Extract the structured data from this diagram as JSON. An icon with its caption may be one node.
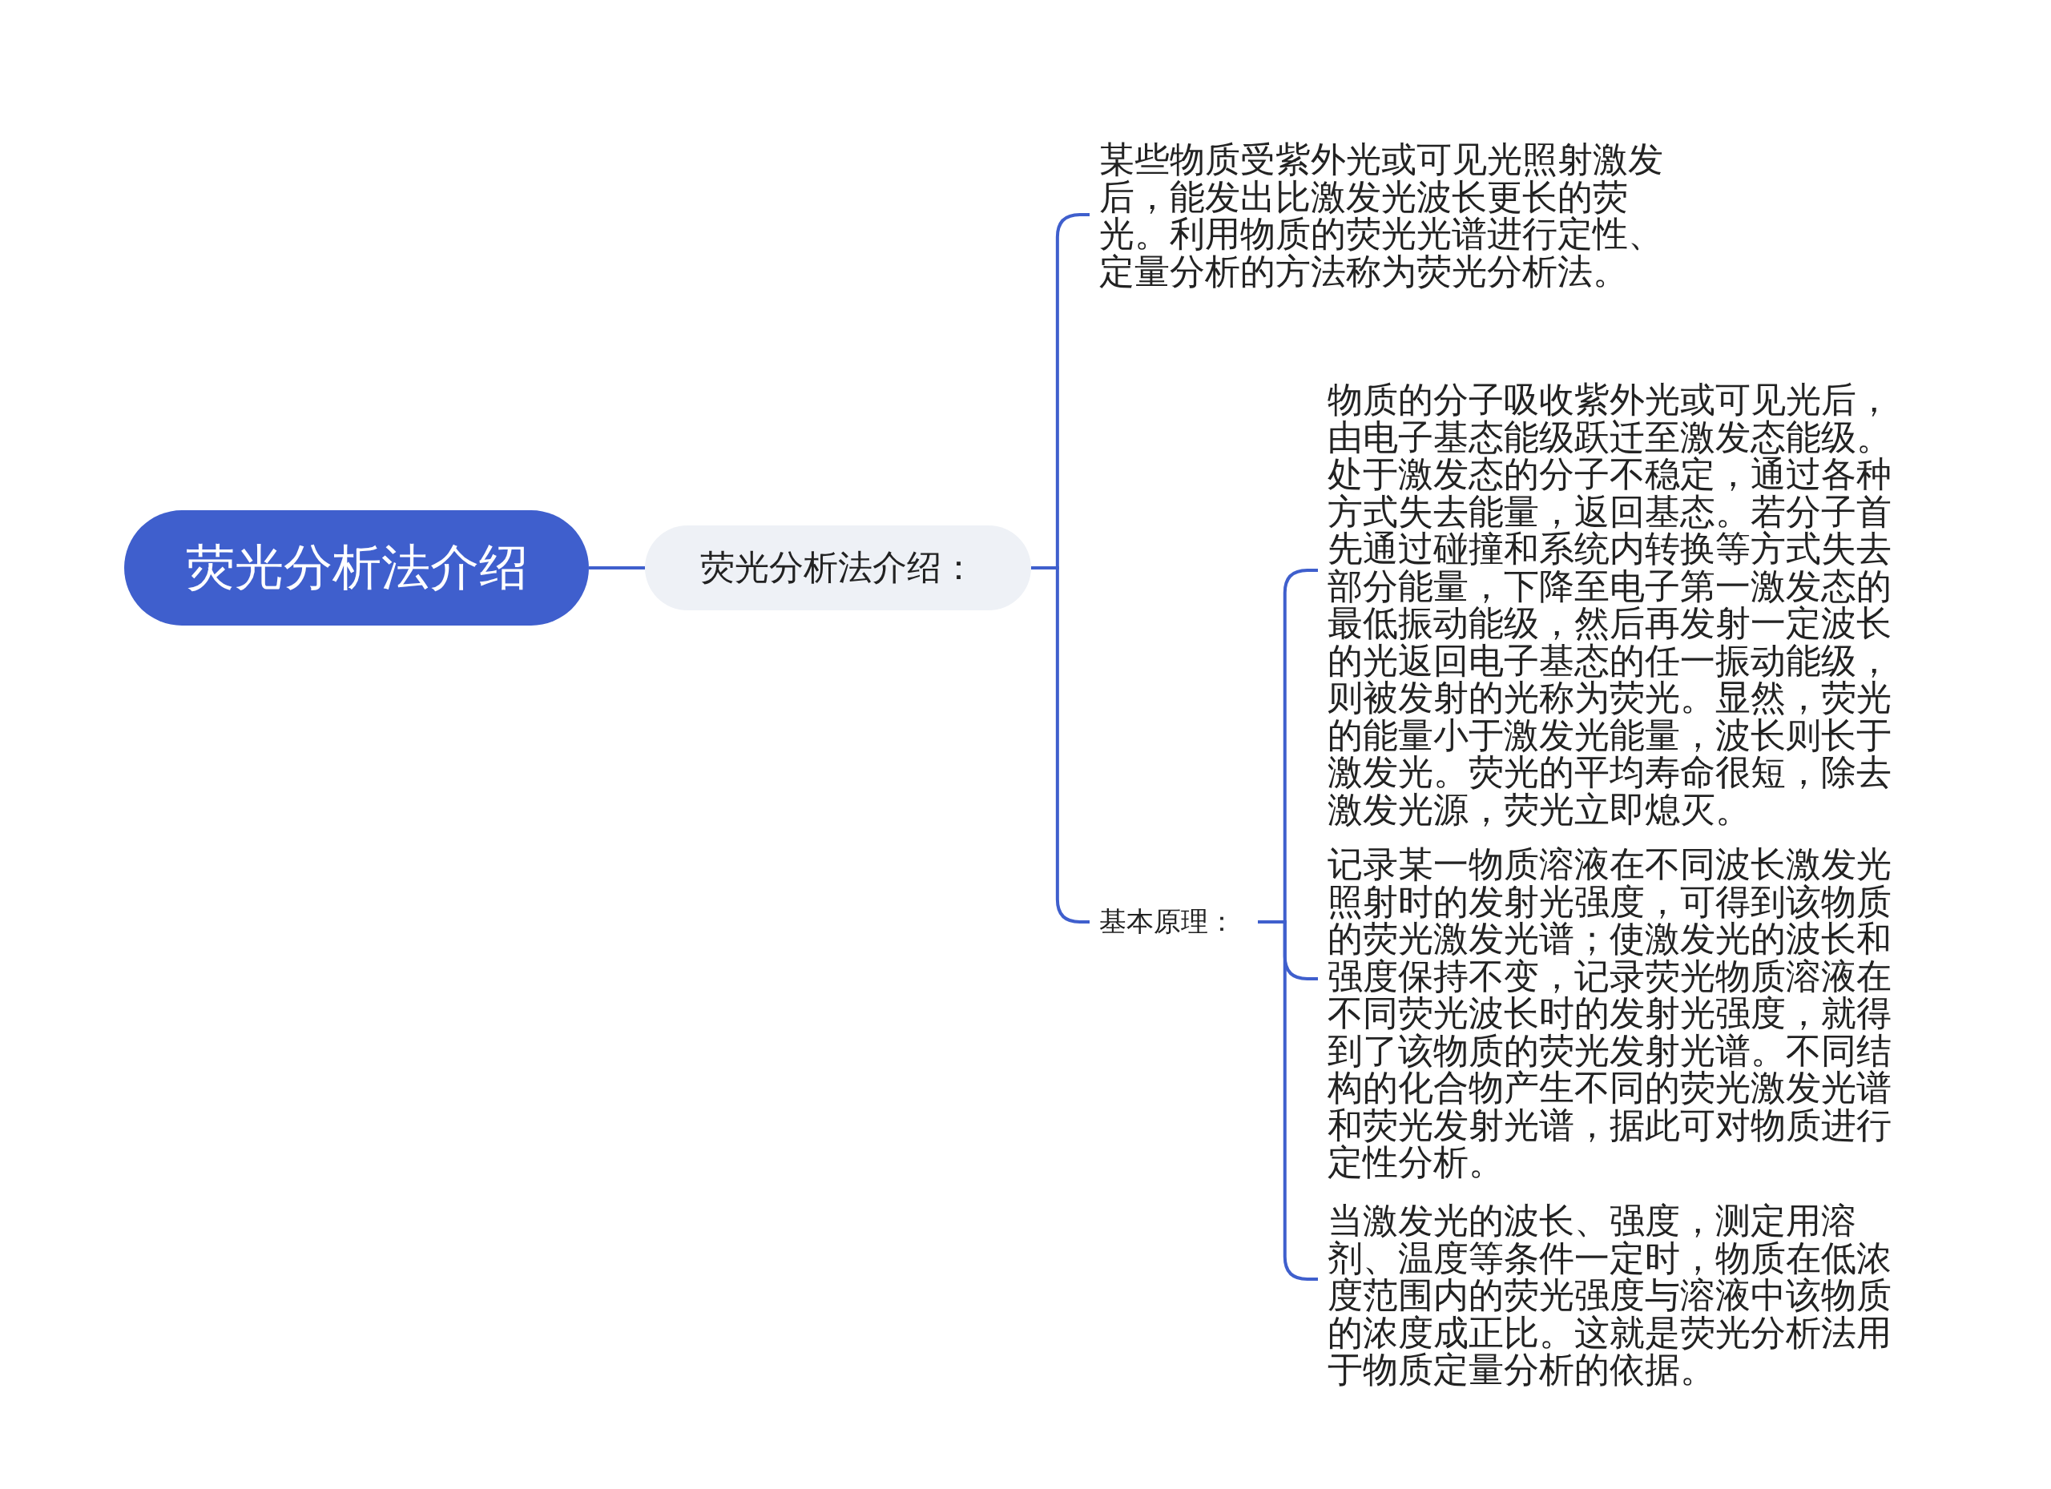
{
  "diagram": {
    "nodes": [
      {
        "text": [
          "荧光分析法介绍"
        ]
      },
      {
        "text": [
          "荧光分析法介绍："
        ]
      },
      {
        "text": [
          "某些物质受紫外光或可见光照射激发后，能发出比激发光波长更长的荧光。利用物质的荧光光谱进行定性、定量分析的方法称为荧光分析法。"
        ]
      },
      {
        "text": [
          "基本原理："
        ]
      },
      {
        "text": [
          "物质的分子吸收紫外光或可见光后，由电子基态能级跃迁至激发态能级。处于激发态的分子不稳定，通过各种方式失去能量，返回基态。若分子首先通过碰撞和系统内转换等方式失去部分能量，下降至电子第一激发态的最低振动能级，然后再发射一定波长的光返回电子基态的任一振动能级，则被发射的光称为荧光。显然，荧光的能量小于激发光能量，波长则长于激发光。荧光的平均寿命很短，除去激发光源，荧光立即熄灭。"
        ]
      },
      {
        "text": [
          "记录某一物质溶液在不同波长激发光照射时的发射光强度，可得到该物质的荧光激发光谱；使激发光的波长和强度保持不变，记录荧光物质溶液在不同荧光波长时的发射光强度，就得到了该物质的荧光发射光谱。不同结构的化合物产生不同的荧光激发光谱和荧光发射光谱，据此可对物质进行定性分析。"
        ]
      },
      {
        "text": [
          "当激发光的波长、强度，测定用溶剂、温度等条件一定时，物质在低浓度范围内的荧光强度与溶液中该物质的浓度成正比。这就是荧光分析法用于物质定量分析的依据。"
        ]
      }
    ],
    "edges": [
      {
        "from": 0,
        "to": 1,
        "arrow": "none"
      },
      {
        "from": 1,
        "to": 2,
        "arrow": "none"
      },
      {
        "from": 1,
        "to": 3,
        "arrow": "none"
      },
      {
        "from": 3,
        "to": 4,
        "arrow": "none"
      },
      {
        "from": 3,
        "to": 5,
        "arrow": "none"
      },
      {
        "from": 3,
        "to": 6,
        "arrow": "none"
      }
    ]
  }
}
